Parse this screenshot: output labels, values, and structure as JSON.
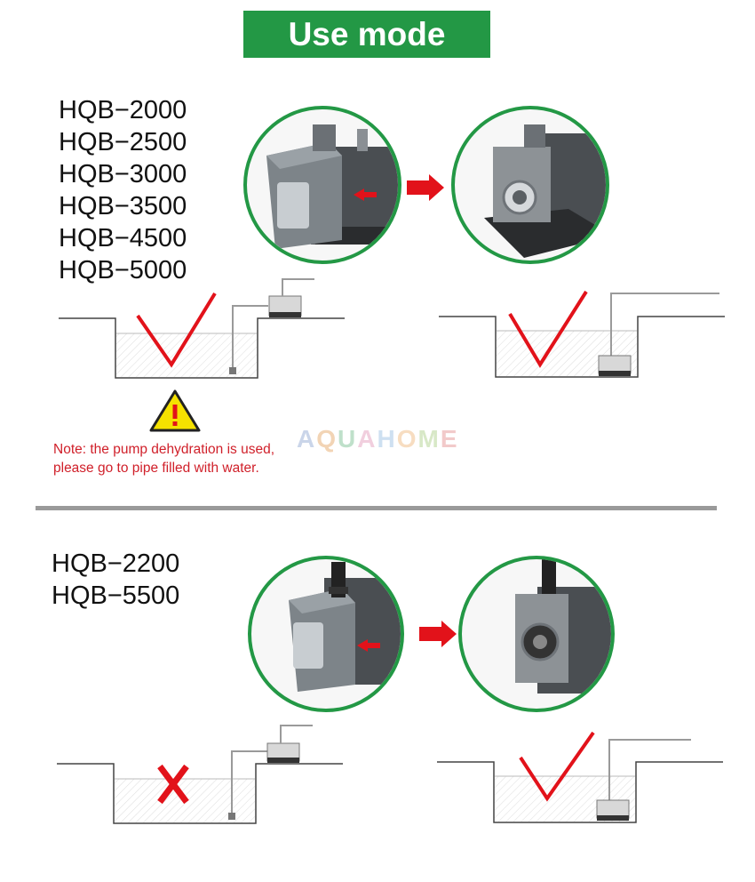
{
  "title": "Use mode",
  "section1": {
    "models": [
      "HQB−2000",
      "HQB−2500",
      "HQB−3000",
      "HQB−3500",
      "HQB−4500",
      "HQB−5000"
    ],
    "note_line1": "Note: the pump dehydration is used,",
    "note_line2": "please go to pipe filled with water."
  },
  "section2": {
    "models": [
      "HQB−2200",
      "HQB−5500"
    ]
  },
  "watermark": {
    "letters": [
      "A",
      "Q",
      "U",
      "A",
      "H",
      "O",
      "M",
      "E"
    ],
    "colors": [
      "#9fb4d8",
      "#e9b27a",
      "#8cc7a0",
      "#e6a9c4",
      "#a7c7e6",
      "#f2c38f",
      "#b9d79a",
      "#e9a0a0"
    ]
  },
  "colors": {
    "banner": "#239845",
    "circle_border": "#239845",
    "arrow": "#e2121a",
    "check": "#e2121a",
    "cross": "#e2121a",
    "note": "#d0202a",
    "divider": "#9a9a9a"
  }
}
